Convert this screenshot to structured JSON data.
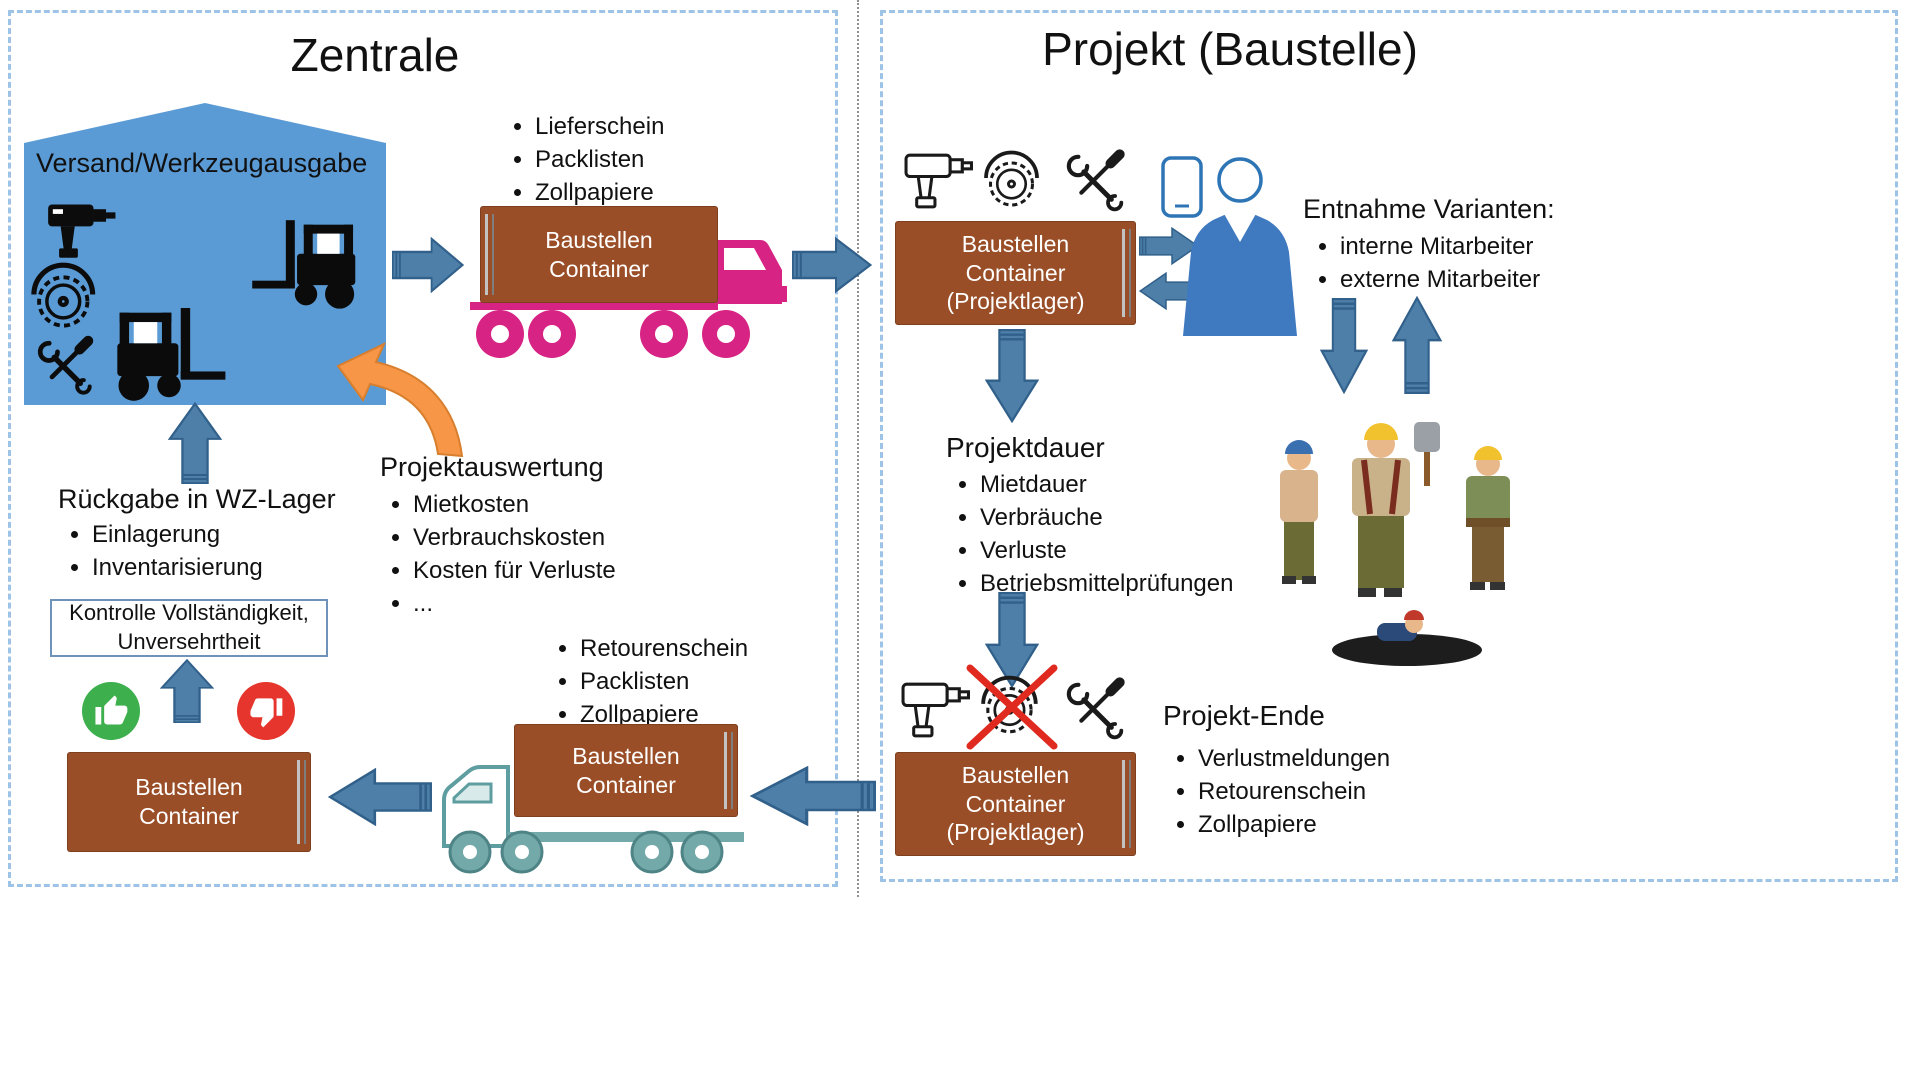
{
  "zentrale": {
    "title": "Zentrale",
    "warehouse_label": "Versand/Werkzeugausgabe",
    "delivery_docs": [
      "Lieferschein",
      "Packlisten",
      "Zollpapiere"
    ],
    "outbound_container_label": "Baustellen Container",
    "projektauswertung": {
      "title": "Projektauswertung",
      "items": [
        "Mietkosten",
        "Verbrauchskosten",
        "Kosten für Verluste",
        "..."
      ]
    },
    "rueckgabe": {
      "title": "Rückgabe in WZ-Lager",
      "items": [
        "Einlagerung",
        "Inventarisierung"
      ]
    },
    "kontrolle_label": "Kontrolle Vollständigkeit, Unversehrtheit",
    "return_container_label": "Baustellen Container",
    "inbound_container_label": "Baustellen Container",
    "return_docs": [
      "Retourenschein",
      "Packlisten",
      "Zollpapiere"
    ]
  },
  "projekt": {
    "title": "Projekt (Baustelle)",
    "top_container_label": "Baustellen Container (Projektlager)",
    "entnahme": {
      "title": "Entnahme Varianten:",
      "items": [
        "interne Mitarbeiter",
        "externe Mitarbeiter"
      ]
    },
    "projektdauer": {
      "title": "Projektdauer",
      "items": [
        "Mietdauer",
        "Verbräuche",
        "Verluste",
        "Betriebsmittelprüfungen"
      ]
    },
    "projekt_ende": {
      "title": "Projekt-Ende",
      "items": [
        "Verlustmeldungen",
        "Retourenschein",
        "Zollpapiere"
      ]
    },
    "bottom_container_label": "Baustellen Container (Projektlager)"
  },
  "icons": {
    "drill-icon": "power-drill",
    "circular-saw-icon": "circular-saw-blade",
    "hand-tools-icon": "wrench-and-screwdriver",
    "forklift-icon": "forklift-silhouette",
    "delivery-truck-icon": "truck-facing-right",
    "return-truck-icon": "truck-facing-left",
    "thumbs-up-icon": "thumb-up",
    "thumbs-down-icon": "thumb-down",
    "worker-person-icon": "person-in-suit",
    "phone-icon": "smartphone",
    "no-saw-icon": "red-cross-over-saw",
    "construction-workers-illustration": "construction-crew-cartoon"
  },
  "colors": {
    "warehouse_blue": "#5b9bd5",
    "container_brown": "#9a4e27",
    "arrow_blue": "#4d7fa8",
    "truck_pink": "#d62384",
    "truck_teal": "#74a9aa",
    "orange_arrow": "#f79646",
    "thumb_up_green": "#3daf4c",
    "thumb_down_red": "#e5352c",
    "dashed_border_blue": "#9dc3e6"
  }
}
